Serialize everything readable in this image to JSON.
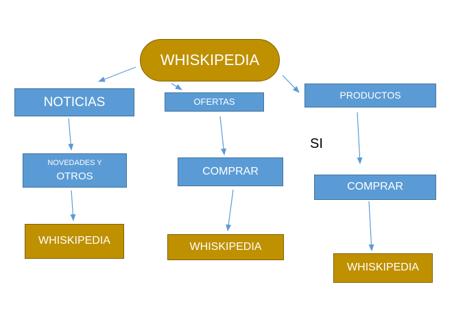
{
  "root": {
    "label": "WHISKIPEDIA"
  },
  "noticias": {
    "label": "NOTICIAS",
    "child_line1": "NOVEDADES Y",
    "child_line2": "OTROS",
    "leaf": "WHISKIPEDIA"
  },
  "ofertas": {
    "label": "OFERTAS",
    "child": "COMPRAR",
    "leaf": "WHISKIPEDIA"
  },
  "productos": {
    "label": "PRODUCTOS",
    "note": "SI",
    "child": "COMPRAR",
    "leaf": "WHISKIPEDIA"
  },
  "colors": {
    "blue_fill": "#5b9bd5",
    "gold_fill": "#bf9000",
    "arrow": "#5b9bd5",
    "text": "#ffffff"
  }
}
